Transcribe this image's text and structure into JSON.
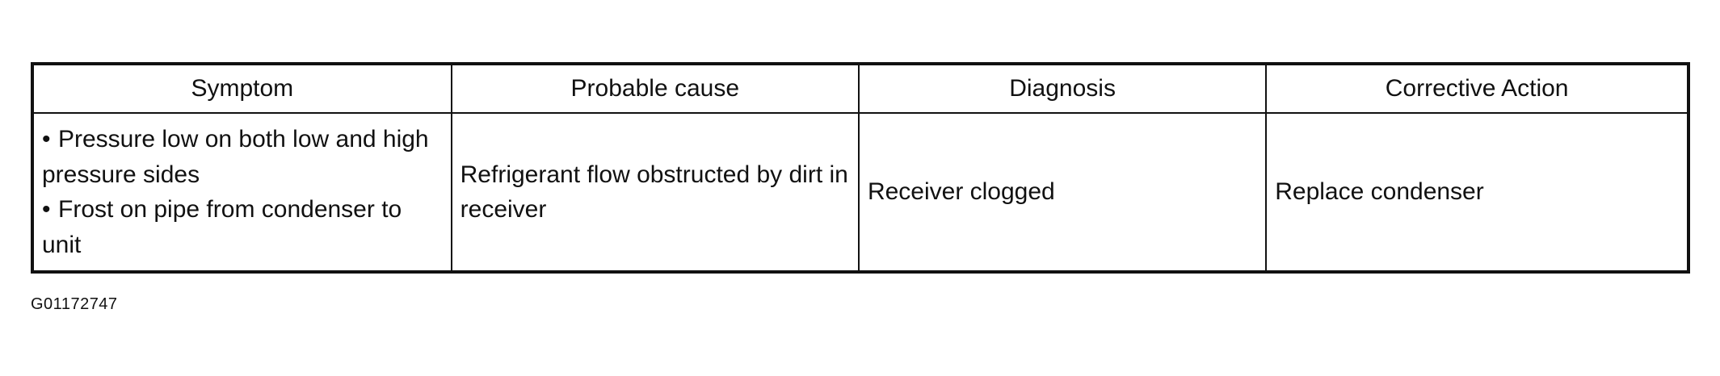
{
  "table": {
    "headers": [
      "Symptom",
      "Probable cause",
      "Diagnosis",
      "Corrective Action"
    ],
    "rows": [
      {
        "symptom": [
          "Pressure low on both low and high pressure sides",
          "Frost on pipe from condenser to unit"
        ],
        "symptom_bullet": "•",
        "probable_cause": "Refrigerant flow obstructed by dirt in receiver",
        "diagnosis": "Receiver clogged",
        "corrective_action": "Replace condenser"
      }
    ]
  },
  "figure_code": "G01172747"
}
